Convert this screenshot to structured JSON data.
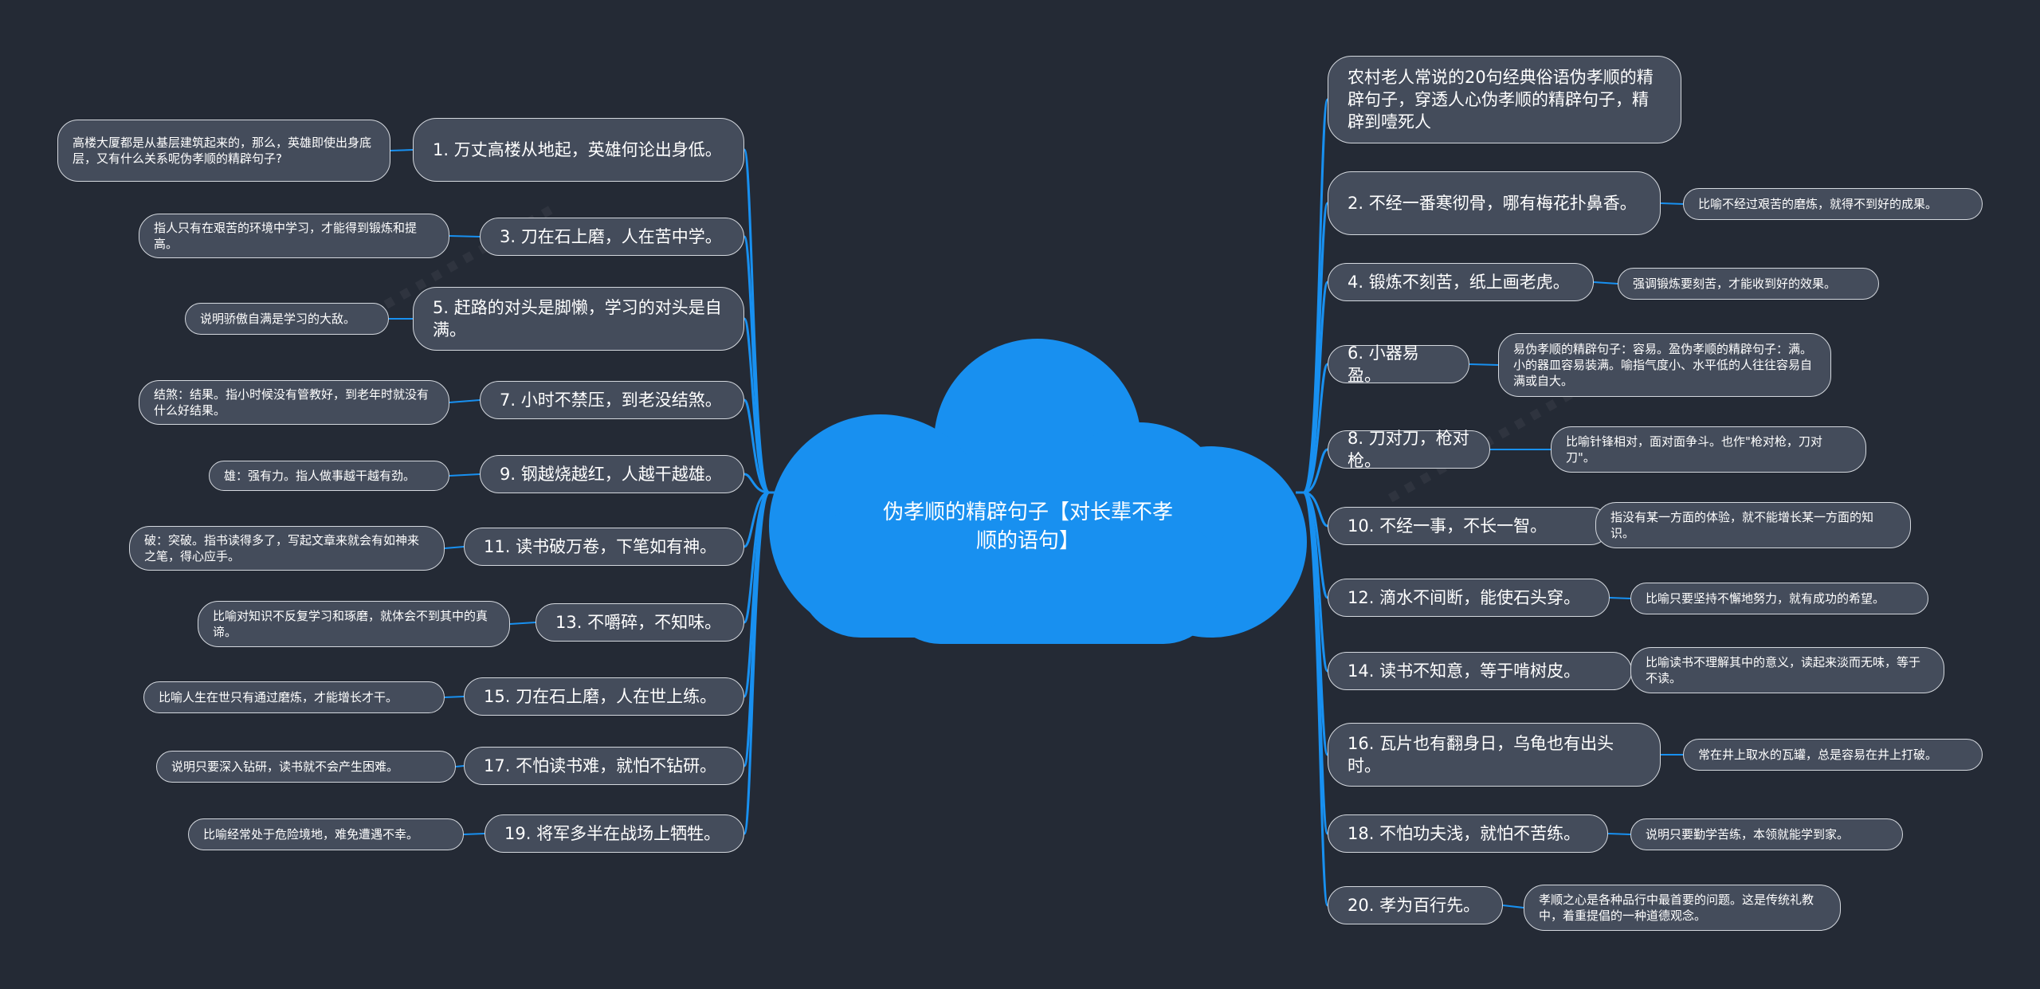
{
  "center": {
    "title": "伪孝顺的精辟句子【对长辈不孝顺的语句】"
  },
  "left_branches": [
    {
      "label": "1. 万丈高楼从地起，英雄何论出身低。",
      "note": "高楼大厦都是从基层建筑起来的，那么，英雄即使出身底层，又有什么关系呢伪孝顺的精辟句子?"
    },
    {
      "label": "3. 刀在石上磨，人在苦中学。",
      "note": "指人只有在艰苦的环境中学习，才能得到锻炼和提高。"
    },
    {
      "label": "5. 赶路的对头是脚懒，学习的对头是自满。",
      "note": "说明骄傲自满是学习的大敌。"
    },
    {
      "label": "7. 小时不禁压，到老没结煞。",
      "note": "结煞：结果。指小时候没有管教好，到老年时就没有什么好结果。"
    },
    {
      "label": "9. 钢越烧越红，人越干越雄。",
      "note": "雄：强有力。指人做事越干越有劲。"
    },
    {
      "label": "11. 读书破万卷，下笔如有神。",
      "note": "破：突破。指书读得多了，写起文章来就会有如神来之笔，得心应手。"
    },
    {
      "label": "13. 不嚼碎，不知味。",
      "note": "比喻对知识不反复学习和琢磨，就体会不到其中的真谛。"
    },
    {
      "label": "15. 刀在石上磨，人在世上练。",
      "note": "比喻人生在世只有通过磨炼，才能增长才干。"
    },
    {
      "label": "17. 不怕读书难，就怕不钻研。",
      "note": "说明只要深入钻研，读书就不会产生困难。"
    },
    {
      "label": "19. 将军多半在战场上牺牲。",
      "note": "比喻经常处于危险境地，难免遭遇不幸。"
    }
  ],
  "right_branches": [
    {
      "label": "农村老人常说的20句经典俗语伪孝顺的精辟句子，穿透人心伪孝顺的精辟句子，精辟到噎死人",
      "note": ""
    },
    {
      "label": "2. 不经一番寒彻骨，哪有梅花扑鼻香。",
      "note": "比喻不经过艰苦的磨炼，就得不到好的成果。"
    },
    {
      "label": "4. 锻炼不刻苦，纸上画老虎。",
      "note": "强调锻炼要刻苦，才能收到好的效果。"
    },
    {
      "label": "6. 小器易盈。",
      "note": "易伪孝顺的精辟句子：容易。盈伪孝顺的精辟句子：满。小的器皿容易装满。喻指气度小、水平低的人往往容易自满或自大。"
    },
    {
      "label": "8. 刀对刀，枪对枪。",
      "note": "比喻针锋相对，面对面争斗。也作\"枪对枪，刀对刀\"。"
    },
    {
      "label": "10. 不经一事，不长一智。",
      "note": "指没有某一方面的体验，就不能增长某一方面的知识。"
    },
    {
      "label": "12. 滴水不间断，能使石头穿。",
      "note": "比喻只要坚持不懈地努力，就有成功的希望。"
    },
    {
      "label": "14. 读书不知意，等于啃树皮。",
      "note": "比喻读书不理解其中的意义，读起来淡而无味，等于不读。"
    },
    {
      "label": "16. 瓦片也有翻身日，乌龟也有出头时。",
      "note": "常在井上取水的瓦罐，总是容易在井上打破。"
    },
    {
      "label": "18. 不怕功夫浅，就怕不苦练。",
      "note": "说明只要勤学苦练，本领就能学到家。"
    },
    {
      "label": "20. 孝为百行先。",
      "note": "孝顺之心是各种品行中最首要的问题。这是传统礼教中，着重提倡的一种道德观念。"
    }
  ],
  "colors": {
    "background": "#242a35",
    "cloud": "#1890f0",
    "link": "#1890f0",
    "node_fill": "#444c5b",
    "node_border": "#d4d8de"
  }
}
